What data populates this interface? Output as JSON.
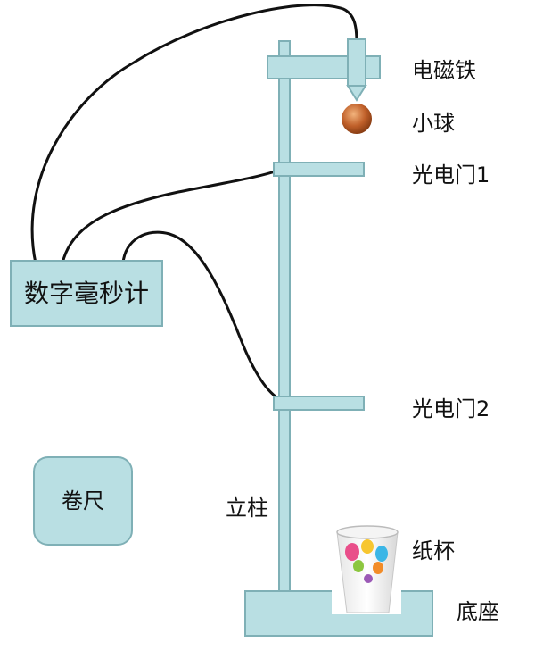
{
  "labels": {
    "electromagnet": "电磁铁",
    "ball": "小球",
    "photogate1": "光电门1",
    "photogate2": "光电门2",
    "timer": "数字毫秒计",
    "tape": "卷尺",
    "column": "立柱",
    "cup": "纸杯",
    "base": "底座"
  },
  "colors": {
    "apparatus": "#b9dfe3",
    "outline": "#7fb0b6",
    "ball": "#c0602a",
    "wire": "#111111"
  }
}
